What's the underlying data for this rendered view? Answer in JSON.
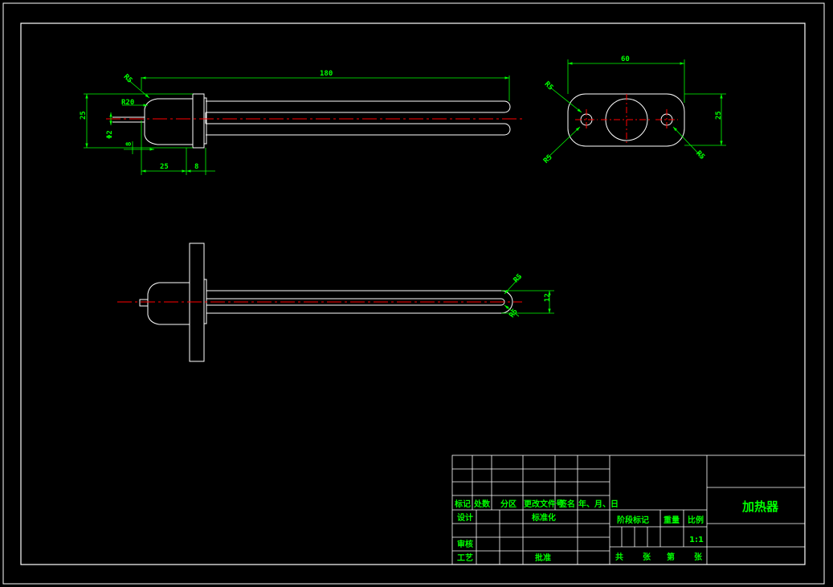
{
  "drawing": {
    "title": "加热器",
    "scale": "1:1"
  },
  "dimensions": {
    "front": {
      "overall_length": "180",
      "flange_radius": "R5",
      "dome_radius": "R20",
      "height": "25",
      "pin_diameter": "Φ2",
      "pin_offset": "8",
      "length_a": "25",
      "length_b": "8"
    },
    "flange": {
      "width": "60",
      "height": "25",
      "radius_tl": "R5",
      "radius_bl": "R5",
      "radius_br": "R5"
    },
    "side": {
      "tube_radius_top": "R5",
      "tube_radius_bottom": "R5",
      "tube_spacing": "12"
    }
  },
  "title_block": {
    "revision_labels": [
      "标记",
      "处数",
      "分区",
      "更改文件号",
      "签名",
      "年、月、日"
    ],
    "design": "设计",
    "standardization": "标准化",
    "review": "审核",
    "process": "工艺",
    "approve": "批准",
    "stage_mark": "阶段标记",
    "weight": "重量",
    "ratio": "比例",
    "total": "共",
    "sheets": "张",
    "number": "第",
    "sheets2": "张"
  }
}
